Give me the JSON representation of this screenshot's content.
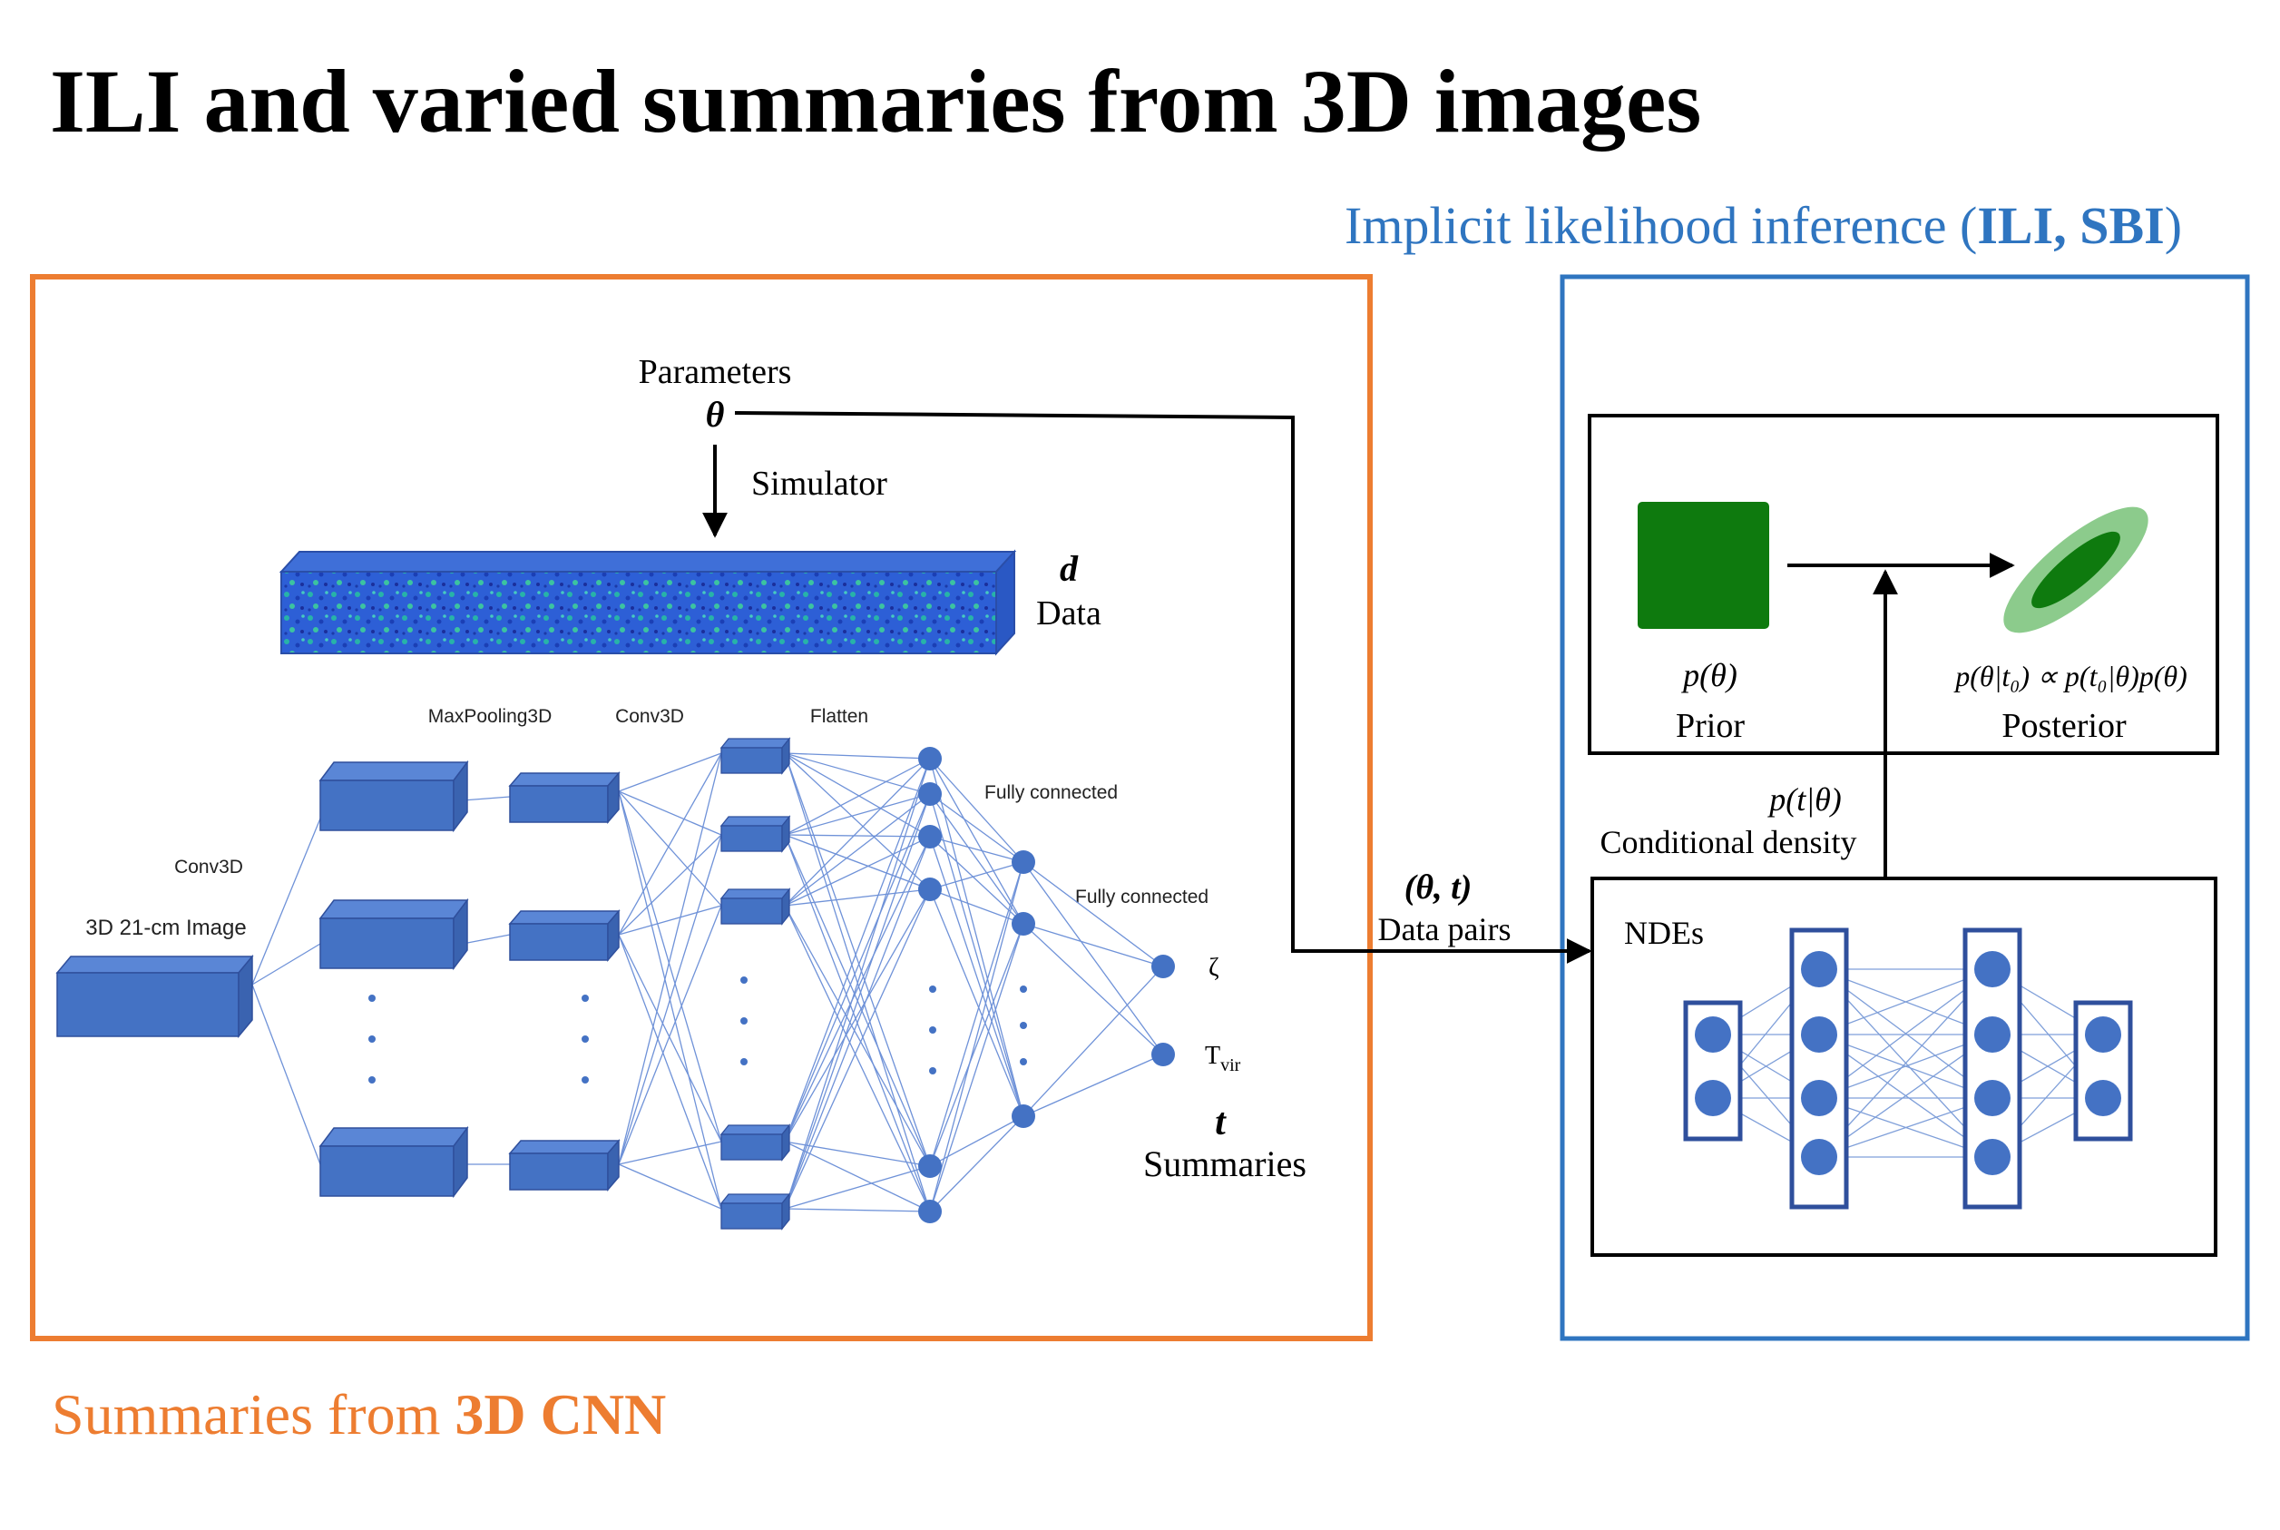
{
  "title": "ILI and varied summaries from 3D images",
  "ili_caption": {
    "prefix": "Implicit likelihood inference (",
    "bold": "ILI, SBI",
    "suffix": ")"
  },
  "cnn_caption": {
    "prefix": "Summaries from ",
    "bold": "3D CNN"
  },
  "cnn_panel": {
    "parameters_label": "Parameters",
    "theta_symbol": "θ",
    "simulator_label": "Simulator",
    "data_symbol": "d",
    "data_label": "Data",
    "layer_labels": {
      "maxpooling": "MaxPooling3D",
      "conv3d_top": "Conv3D",
      "flatten": "Flatten",
      "conv3d_left": "Conv3D",
      "input_image": "3D 21-cm Image",
      "fully_connected_1": "Fully connected",
      "fully_connected_2": "Fully connected"
    },
    "outputs": {
      "zeta": "ζ",
      "tvir_base": "T",
      "tvir_sub": "vir"
    },
    "summaries_symbol": "t",
    "summaries_label": "Summaries"
  },
  "connector": {
    "pair_label": "(θ, t)",
    "pairs_caption": "Data pairs"
  },
  "ili_panel": {
    "prior_expr": "p(θ)",
    "prior_label": "Prior",
    "posterior_expr": "p(θ|t₀) ∝ p(t₀|θ)p(θ)",
    "posterior_label": "Posterior",
    "cond_expr": "p(t|θ)",
    "cond_label": "Conditional density",
    "nde_label": "NDEs"
  },
  "colors": {
    "orange": "#ED7D31",
    "blue": "#2F75C0",
    "layer_fill": "#4472C4",
    "prior_green": "#0E7A0E",
    "posterior_light": "#8CCB8C"
  }
}
